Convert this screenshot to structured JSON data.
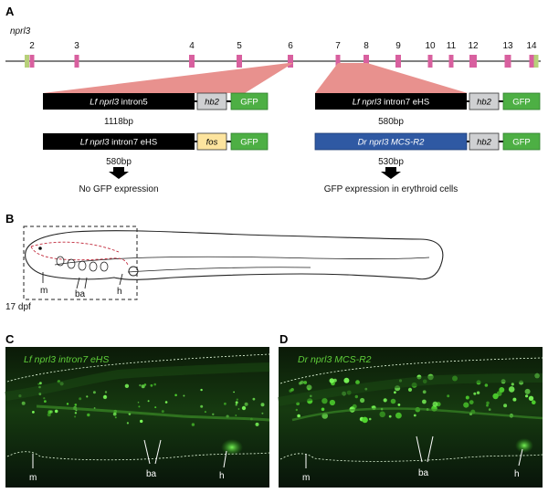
{
  "panels": {
    "a": "A",
    "b": "B",
    "c": "C",
    "d": "D"
  },
  "gene": {
    "name": "nprl3",
    "exons": [
      "2",
      "3",
      "4",
      "5",
      "6",
      "7",
      "8",
      "9",
      "10",
      "11",
      "12",
      "13",
      "14"
    ]
  },
  "constructs": [
    {
      "prefix": "Lf",
      "gene": "nprl3",
      "suffix": "intron5",
      "promoter": "hb2",
      "reporter": "GFP",
      "size": "1118bp"
    },
    {
      "prefix": "Lf",
      "gene": "nprl3",
      "suffix": "intron7 eHS",
      "promoter": "fos",
      "reporter": "GFP",
      "size": "580bp",
      "result": "No GFP expression"
    },
    {
      "prefix": "Lf",
      "gene": "nprl3",
      "suffix": "intron7 eHS",
      "promoter": "hb2",
      "reporter": "GFP",
      "size": "580bp"
    },
    {
      "prefix": "Dr",
      "gene": "nprl3",
      "suffix": "MCS-R2",
      "promoter": "hb2",
      "reporter": "GFP",
      "size": "530bp",
      "result": "GFP expression in erythroid cells"
    }
  ],
  "fish": {
    "stage": "17 dpf",
    "labels": {
      "m": "m",
      "ba": "ba",
      "h": "h"
    }
  },
  "micrographs": [
    {
      "title": "Lf nprl3 intron7 eHS",
      "m": "m",
      "ba": "ba",
      "h": "h"
    },
    {
      "title": "Dr nprl3 MCS-R2",
      "m": "m",
      "ba": "ba",
      "h": "h"
    }
  ],
  "colors": {
    "exon": "#d8609f",
    "utr": "#b7d07a",
    "zoom_fill": "#e8918e",
    "enhancer_black": "#000000",
    "enhancer_blue": "#2f59a3",
    "promoter_gray": "#cfd0d2",
    "promoter_yellow": "#fde49e",
    "gfp_green": "#4daf44",
    "micro_green": "#5fce3a"
  }
}
